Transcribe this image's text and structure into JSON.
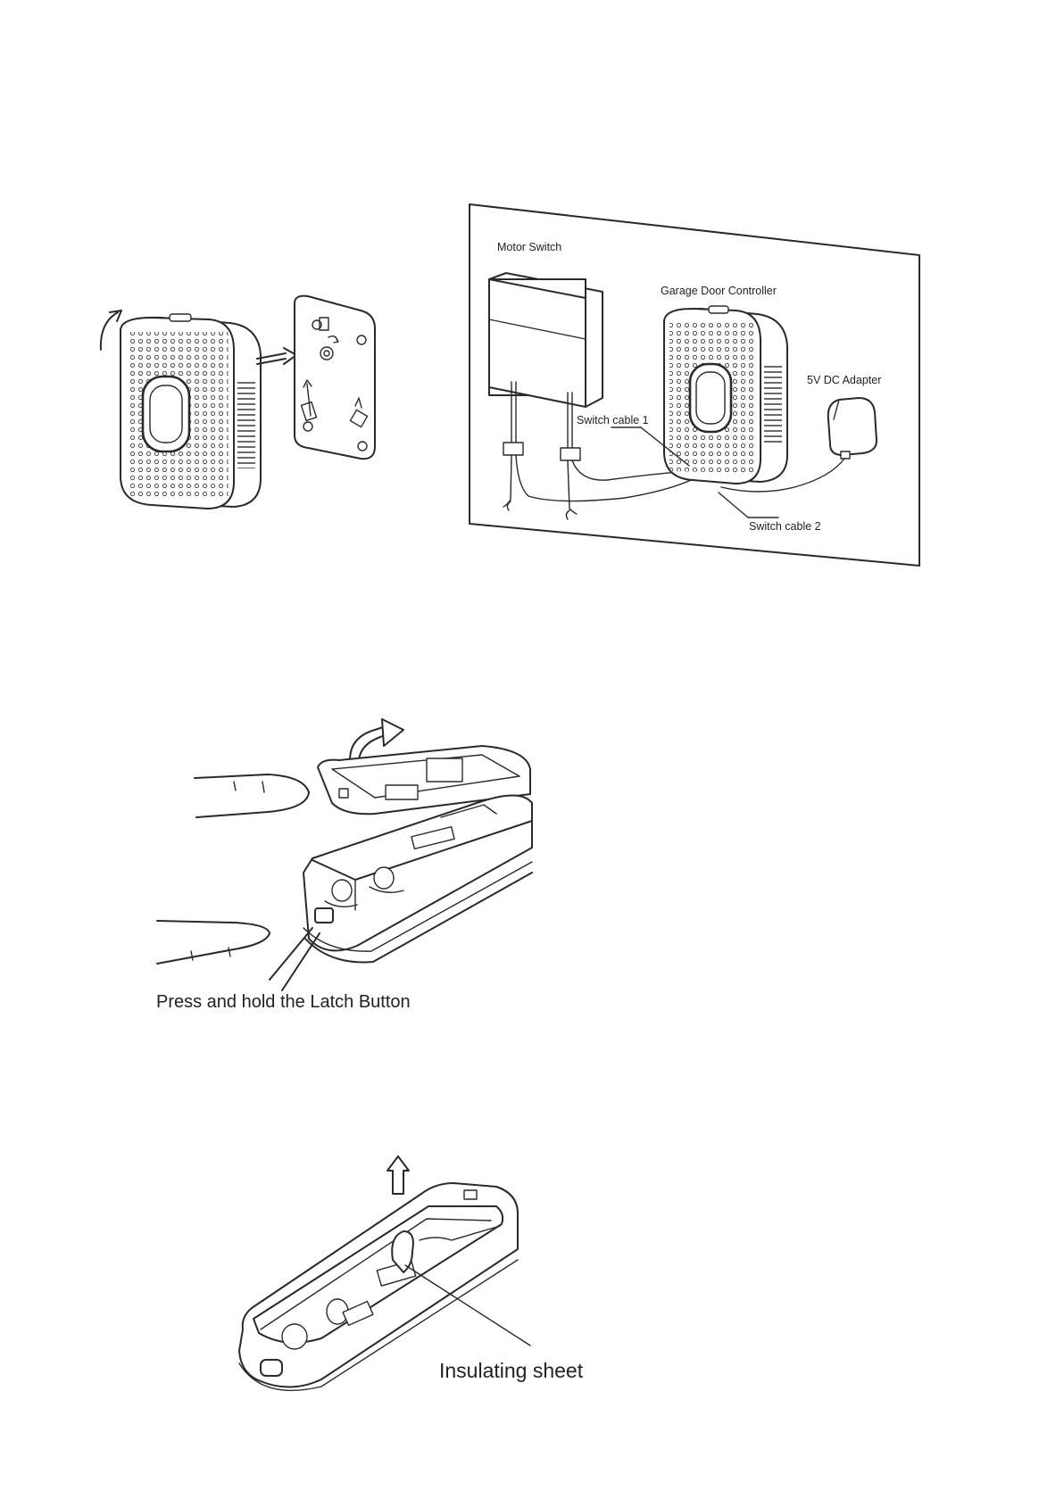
{
  "figure1": {
    "labels": {
      "motor_switch": "Motor  Switch",
      "garage_door_controller": "Garage Door Controller",
      "adapter": "5V DC Adapter",
      "switch_cable_1": "Switch cable 1",
      "switch_cable_2": "Switch cable 2"
    }
  },
  "figure2": {
    "caption": "Press and hold the Latch Button"
  },
  "figure3": {
    "label": "Insulating sheet"
  },
  "icons": {
    "rotate_arrow": "curved-arrow-icon",
    "mount_arrow": "right-arrow-icon",
    "up_arrow": "up-arrow-icon"
  }
}
